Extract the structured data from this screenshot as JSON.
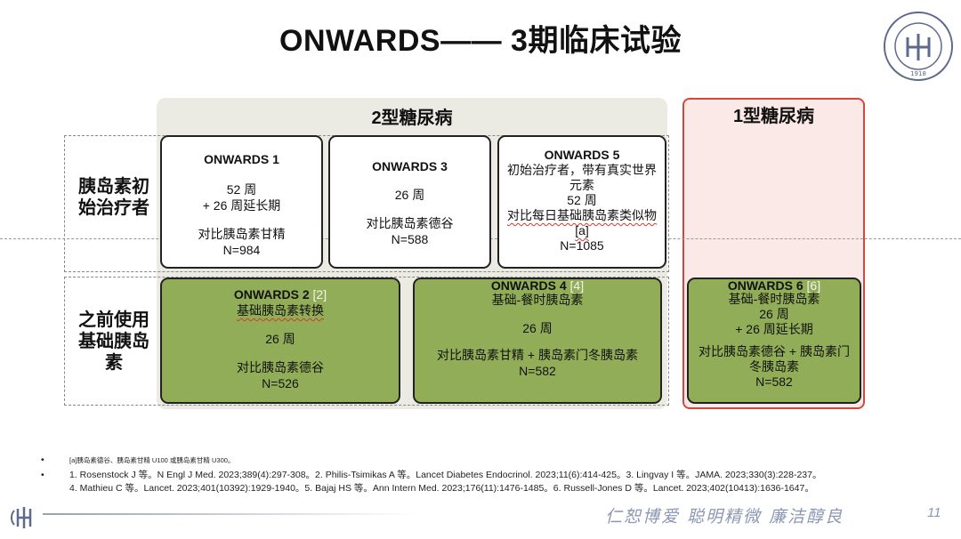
{
  "title": "ONWARDS—— 3期临床试验",
  "type2_panel_title": "2型糖尿病",
  "type1_panel_title": "1型糖尿病",
  "row_labels": {
    "naive": "胰岛素初始治疗者",
    "prior": "之前使用基础胰岛素"
  },
  "cards": {
    "onwards1": {
      "name": "ONWARDS 1",
      "duration": "52 周",
      "extension": "+ 26 周延长期",
      "comparator": "对比胰岛素甘精",
      "n": "N=984"
    },
    "onwards3": {
      "name": "ONWARDS 3",
      "duration": "26 周",
      "comparator": "对比胰岛素德谷",
      "n": "N=588"
    },
    "onwards5": {
      "name": "ONWARDS 5",
      "desc": "初始治疗者，带有真实世界元素",
      "duration": "52 周",
      "comparator": "对比每日基础胰岛素类似物[a]",
      "n": "N=1085"
    },
    "onwards2": {
      "name": "ONWARDS 2",
      "ref": "[2]",
      "desc": "基础胰岛素转换",
      "duration": "26 周",
      "comparator": "对比胰岛素德谷",
      "n": "N=526"
    },
    "onwards4": {
      "name": "ONWARDS 4",
      "ref": "[4]",
      "desc": "基础-餐时胰岛素",
      "duration": "26 周",
      "comparator": "对比胰岛素甘精 + 胰岛素门冬胰岛素",
      "n": "N=582"
    },
    "onwards6": {
      "name": "ONWARDS 6",
      "ref": "[6]",
      "desc": "基础-餐时胰岛素",
      "duration": "26 周",
      "extension": "+ 26 周延长期",
      "comparator": "对比胰岛素德谷 + 胰岛素门冬胰岛素",
      "n": "N=582"
    }
  },
  "footnotes": {
    "a": "[a]胰岛素德谷、胰岛素甘精 U100 或胰岛素甘精 U300。",
    "refs": "1. Rosenstock J 等。N Engl J Med. 2023;389(4):297-308。2. Philis-Tsimikas A 等。Lancet Diabetes Endocrinol. 2023;11(6):414-425。3. Lingvay I 等。JAMA. 2023;330(3):228-237。4. Mathieu C 等。Lancet. 2023;401(10392):1929-1940。5. Bajaj HS 等。Ann Intern Med. 2023;176(11):1476-1485。6. Russell-Jones D 等。Lancet. 2023;402(10413):1636-1647。"
  },
  "logo_year": "1918",
  "motto": "仁恕博爱 聪明精微 廉洁醇良",
  "page_number": "11",
  "colors": {
    "green_card": "#92ad57",
    "type1_border": "#d2483f",
    "type2_bg": "#ecebe3",
    "motto": "#8c97b3"
  }
}
